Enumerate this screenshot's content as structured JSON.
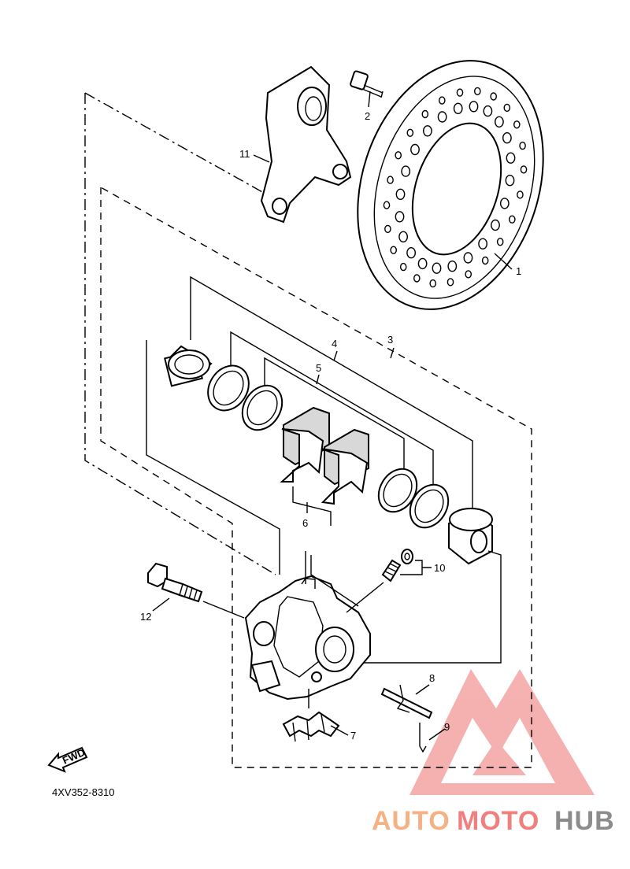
{
  "diagram": {
    "callouts": [
      {
        "id": "1",
        "text": "1"
      },
      {
        "id": "2",
        "text": "2"
      },
      {
        "id": "3",
        "text": "3"
      },
      {
        "id": "4",
        "text": "4"
      },
      {
        "id": "5",
        "text": "5"
      },
      {
        "id": "6",
        "text": "6"
      },
      {
        "id": "7",
        "text": "7"
      },
      {
        "id": "8",
        "text": "8"
      },
      {
        "id": "9",
        "text": "9"
      },
      {
        "id": "10",
        "text": "10"
      },
      {
        "id": "11",
        "text": "11"
      },
      {
        "id": "12",
        "text": "12"
      }
    ],
    "fwd_label": "FWD",
    "drawing_code": "4XV352-8310"
  },
  "watermark": {
    "part1": "AUTO",
    "part2": "MOTO",
    "part3": "HUB",
    "colors": {
      "orange": "#f4b183",
      "red": "#f08080",
      "grey": "#8c8c8c"
    }
  }
}
